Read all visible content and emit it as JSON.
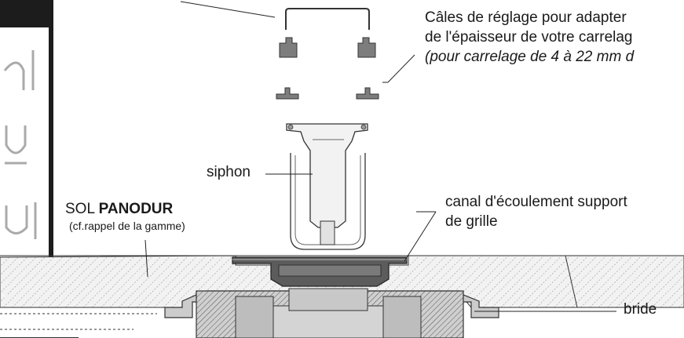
{
  "labels": {
    "shims_line1": "Câles de réglage pour adapter",
    "shims_line2": "de l'épaisseur de votre carrelag",
    "shims_line3": "(pour carrelage de 4 à 22 mm d",
    "siphon": "siphon",
    "floor_prefix": "SOL ",
    "floor_brand": "PANODUR",
    "floor_note": "(cf.rappel de la gamme)",
    "channel_line1": "canal d'écoulement support",
    "channel_line2": "de grille",
    "flange": "bride"
  },
  "panel": {
    "caption_fragment": "re"
  },
  "colors": {
    "ink": "#1a1a1a",
    "part_gray": "#7d7d7d",
    "floor_fill": "#f0f0f0",
    "dark_part": "#5c5c5c",
    "panel_dark": "#1c1c1c"
  },
  "icons": {
    "grate_bracket": "grate-bracket-icon",
    "shim": "shim-block-icon",
    "siphon": "siphon-cup-icon",
    "flange": "flange-body-icon"
  }
}
